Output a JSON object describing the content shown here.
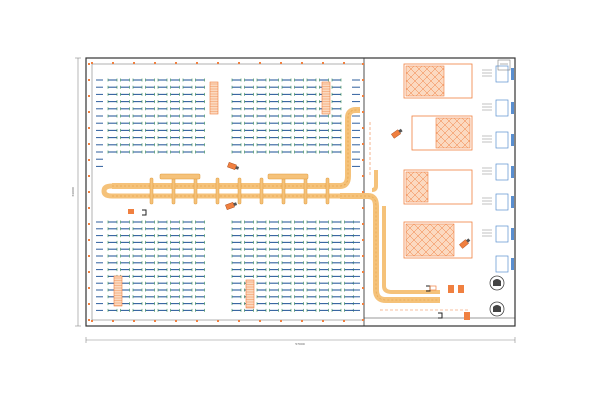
{
  "drawing": {
    "dimension_width": "57000",
    "dimension_height": "34000"
  },
  "colors": {
    "wall": "#333333",
    "rack": "#2f5f9e",
    "rack_upright": "#2f8a4a",
    "conveyor": "#f5c27a",
    "conveyor_edge": "#e09a3a",
    "orange": "#f08040",
    "orange_fill": "#fbd9c0",
    "staging": "#ffffff",
    "dock": "#5a8fd0",
    "dim": "#888888",
    "machine": "#444444"
  },
  "elements": {
    "machines": [
      "machine-1",
      "machine-2"
    ]
  }
}
